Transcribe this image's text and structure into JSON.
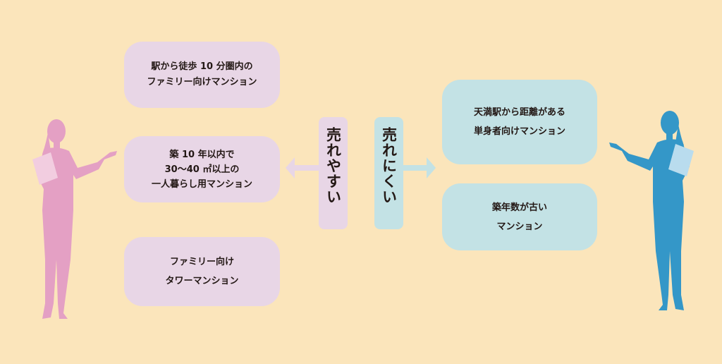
{
  "colors": {
    "background": "#fbe5bb",
    "easy": "#e8d6e6",
    "hard": "#c3e2e5",
    "woman_left": "#e4a0c4",
    "woman_right": "#3497c8"
  },
  "labels": {
    "easy": "売れやすい",
    "hard": "売れにくい"
  },
  "easy_items": [
    {
      "lines": [
        "駅から徒歩 10 分圏内の",
        "ファミリー向けマンション"
      ]
    },
    {
      "lines": [
        "築 10 年以内で",
        "30〜40 ㎡以上の",
        "一人暮らし用マンション"
      ]
    },
    {
      "lines": [
        "ファミリー向け",
        "タワーマンション"
      ]
    }
  ],
  "hard_items": [
    {
      "lines": [
        "天満駅から距離がある",
        "単身者向けマンション"
      ]
    },
    {
      "lines": [
        "築年数が古い",
        "マンション"
      ]
    }
  ]
}
